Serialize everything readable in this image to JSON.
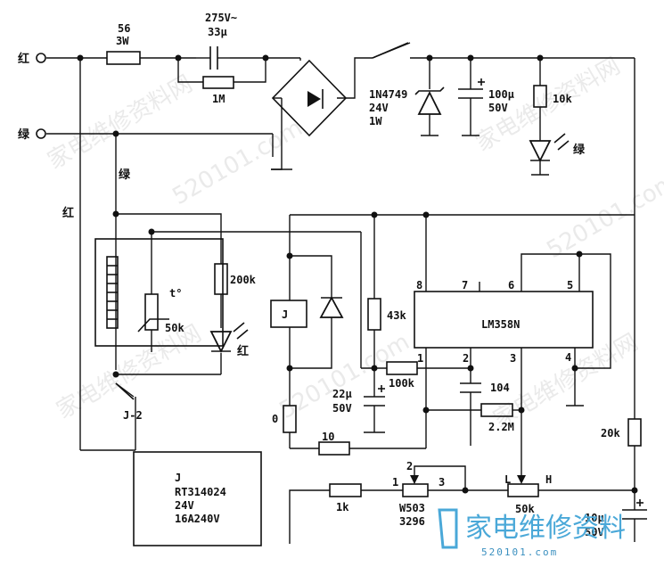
{
  "labels": {
    "terminal_red": "红",
    "terminal_green": "绿",
    "wire_green": "绿",
    "wire_red": "红",
    "r56": "56",
    "r56_power": "3W",
    "cap_voltage": "275V~",
    "cap_value": "33μ",
    "r1m": "1M",
    "zener_part": "1N4749",
    "zener_v": "24V",
    "zener_w": "1W",
    "cap100_val": "100μ",
    "cap100_v": "50V",
    "r10k": "10k",
    "led_green": "绿",
    "r200k": "200k",
    "thermistor_t": "t°",
    "r50k_th": "50k",
    "led_red": "红",
    "relay_j": "J",
    "r43k": "43k",
    "ic": "LM358N",
    "pin8": "8",
    "pin7": "7",
    "pin6": "6",
    "pin5": "5",
    "pin1": "1",
    "pin2": "2",
    "pin3": "3",
    "pin4": "4",
    "r100k": "100k",
    "c104": "104",
    "c22_val": "22μ",
    "c22_v": "50V",
    "r0": "0",
    "r10": "10",
    "r2m2": "2.2M",
    "r20k": "20k",
    "switch_j2": "J-2",
    "relay_info_1": "J",
    "relay_info_2": "RT314024",
    "relay_info_3": "24V",
    "relay_info_4": "16A240V",
    "r1k": "1k",
    "pot_pin1": "1",
    "pot_pin2": "2",
    "pot_pin3": "3",
    "pot_w503": "W503",
    "pot_3296": "3296",
    "pot50k_l": "L",
    "pot50k_h": "H",
    "pot50k": "50k",
    "c10_val": "10μ",
    "c10_v": "50V"
  },
  "watermark": {
    "text_cn": "家电维修资料网",
    "url": "520101.com",
    "logo_text": "家电维修资料",
    "logo_url": "520101.com"
  },
  "colors": {
    "ink": "#111111",
    "watermark": "#d9d9d9",
    "logo": "#4aa8d8"
  }
}
